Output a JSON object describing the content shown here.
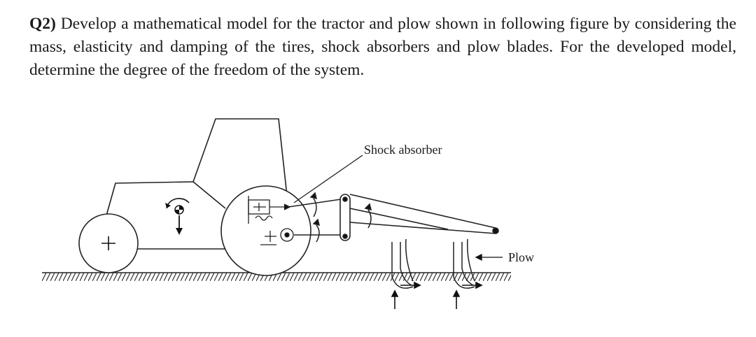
{
  "question": {
    "number": "Q2)",
    "text": " Develop a mathematical model for the tractor and plow shown in following figure by considering the mass, elasticity and damping of the tires, shock absorbers and plow blades. For the developed model, determine the degree of the freedom of the system."
  },
  "figure": {
    "labels": {
      "shock_absorber": "Shock absorber",
      "plow": "Plow"
    }
  }
}
